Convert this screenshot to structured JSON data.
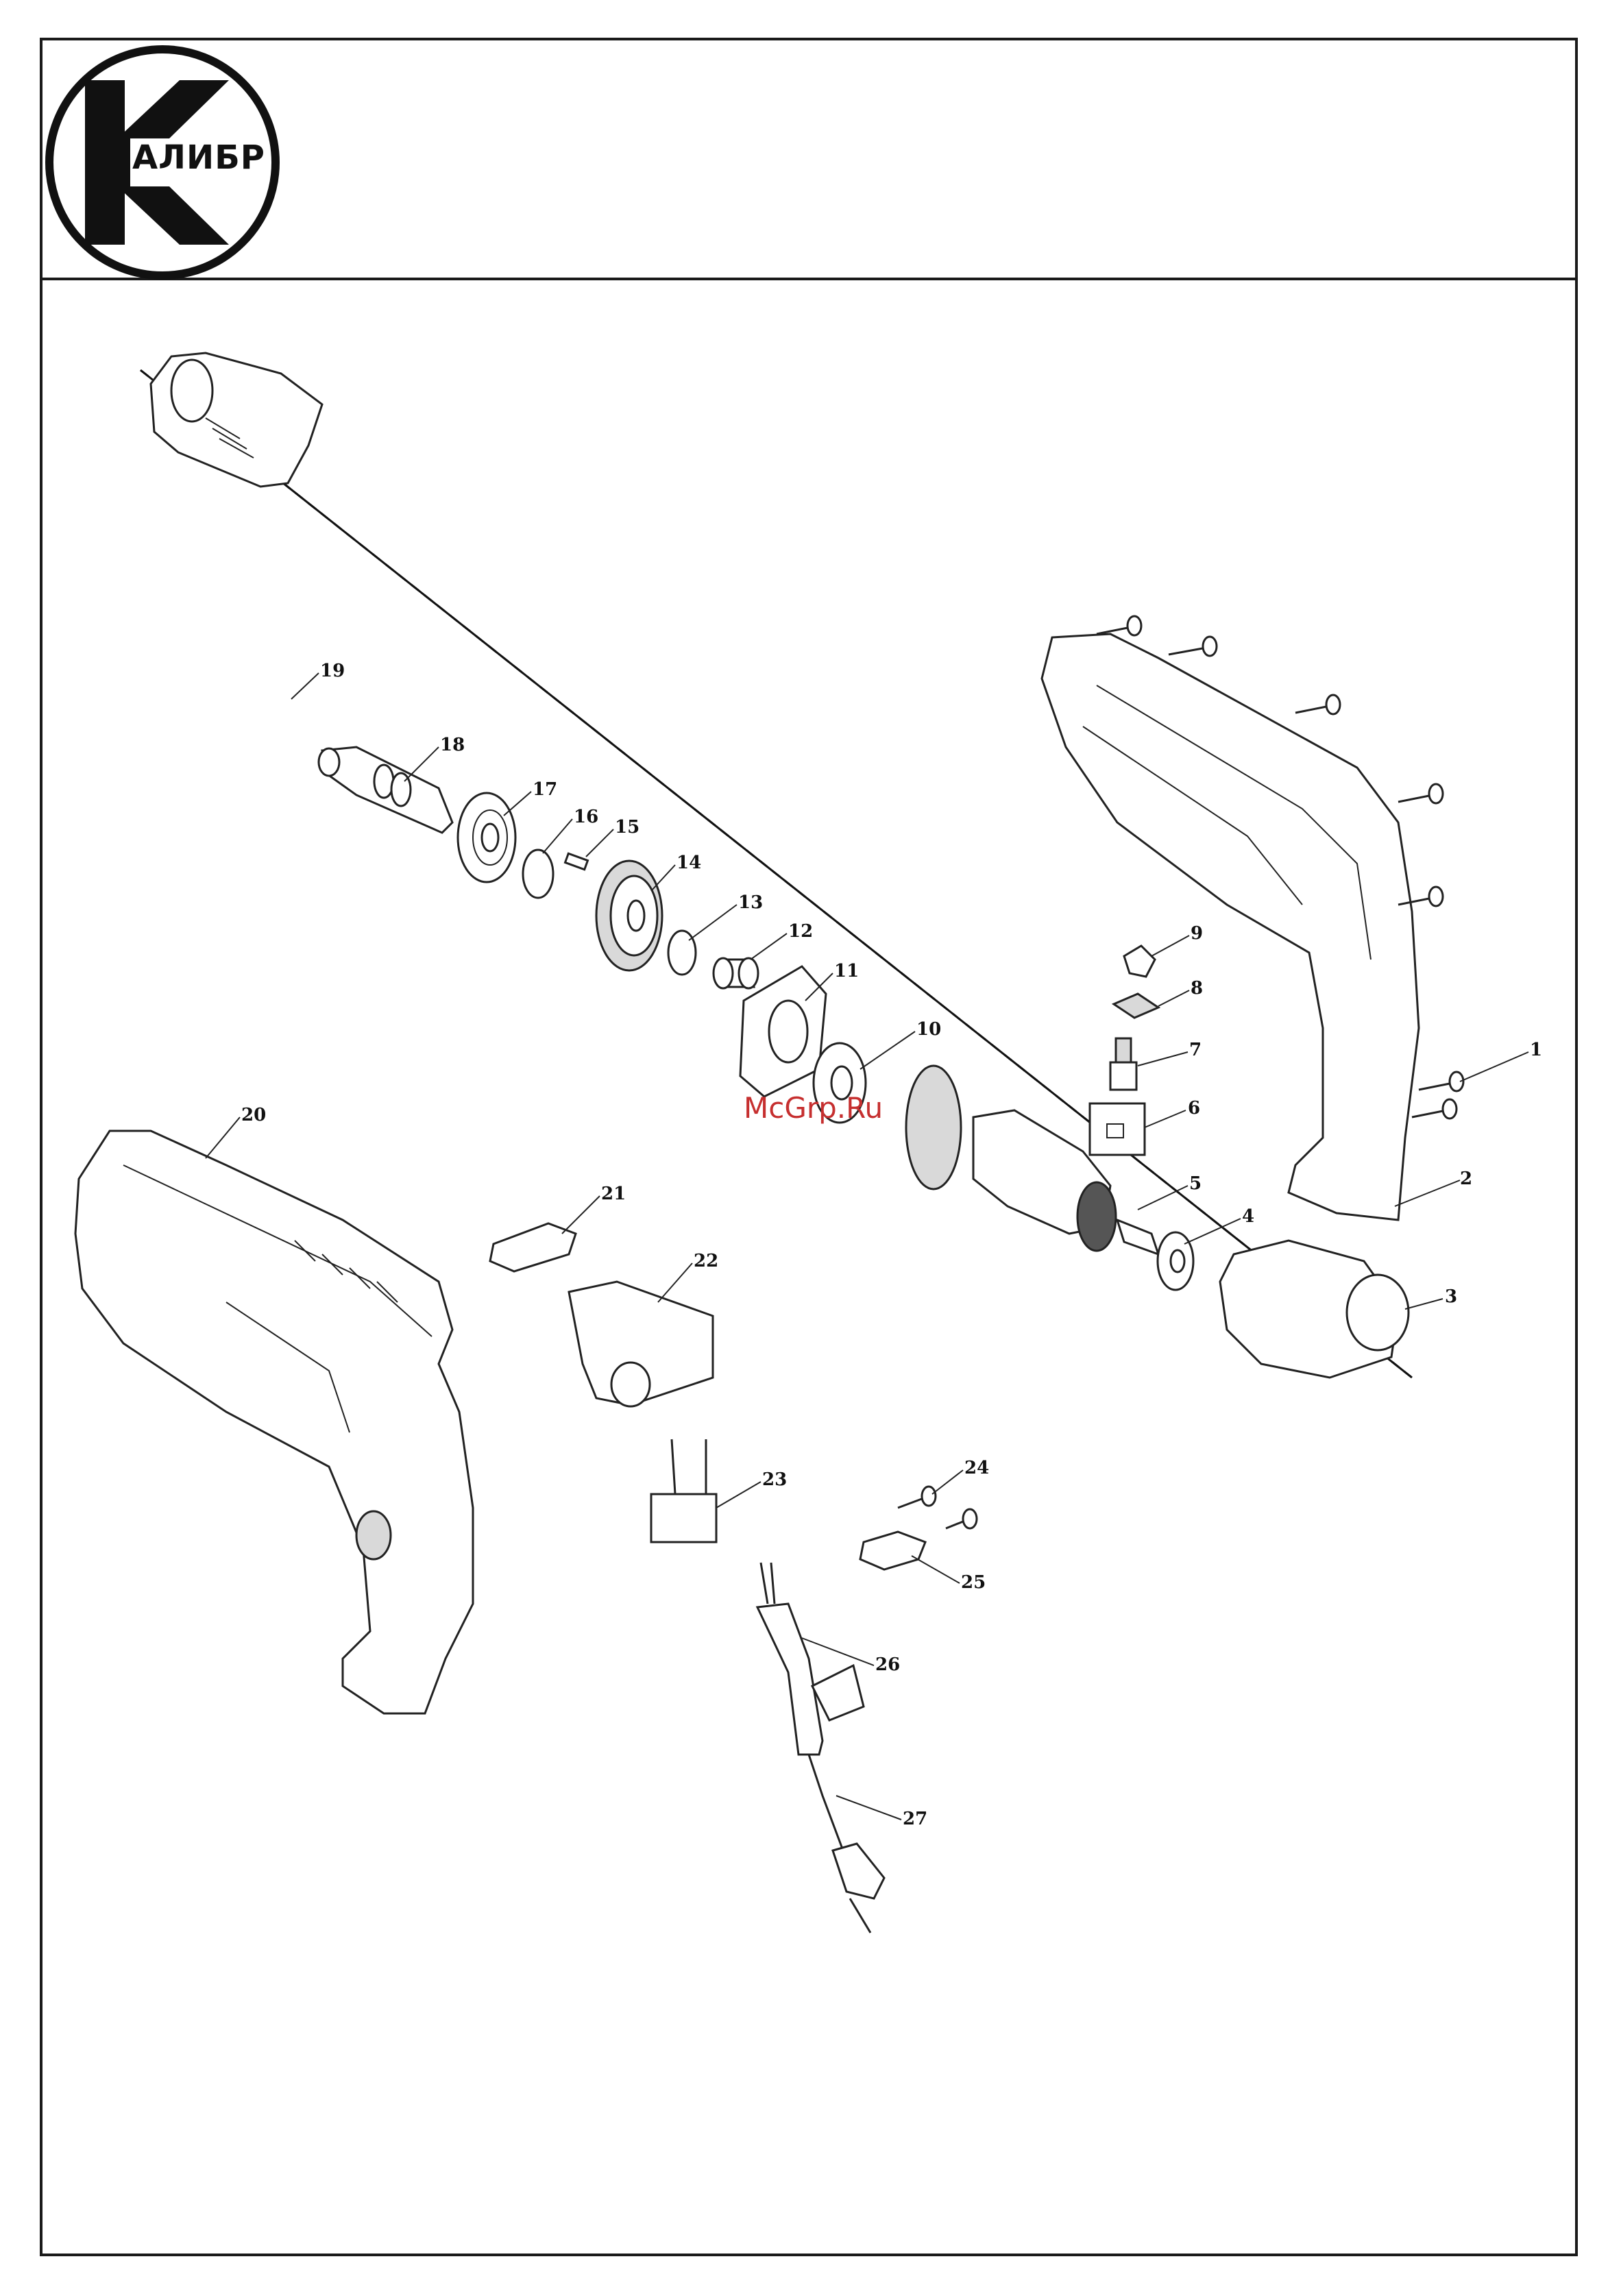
{
  "logo": {
    "text": "АЛИБР"
  },
  "watermark": "McGrp.Ru",
  "callouts": [
    "1",
    "2",
    "3",
    "4",
    "5",
    "6",
    "7",
    "8",
    "9",
    "10",
    "11",
    "12",
    "13",
    "14",
    "15",
    "16",
    "17",
    "18",
    "19",
    "20",
    "21",
    "22",
    "23",
    "24",
    "25",
    "26",
    "27"
  ]
}
